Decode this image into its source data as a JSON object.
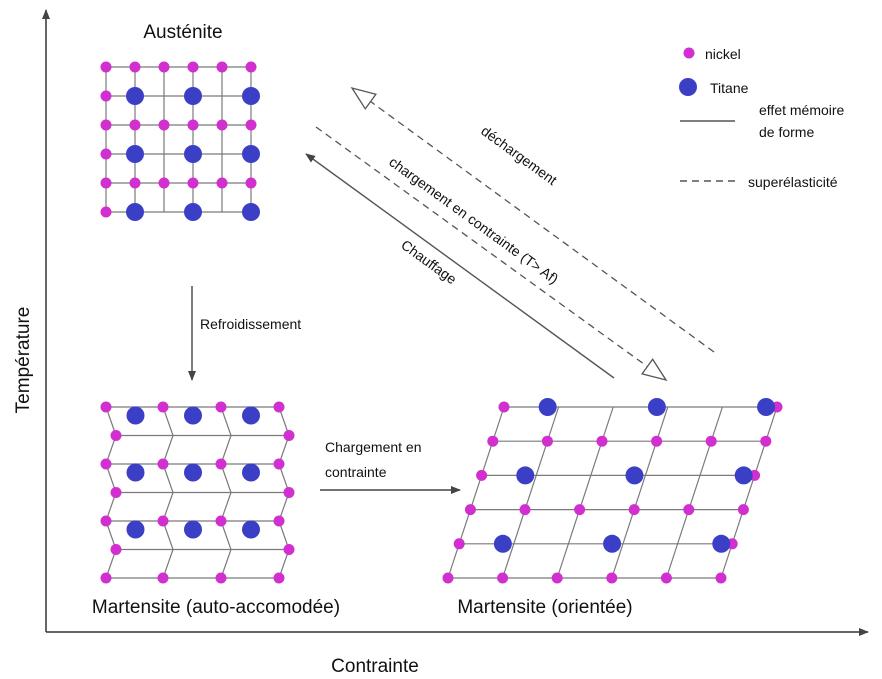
{
  "axes": {
    "x_label": "Contrainte",
    "y_label": "Température"
  },
  "phases": {
    "austenite": "Austénite",
    "martensite_auto": "Martensite (auto-accomodée)",
    "martensite_oriented": "Martensite (orientée)"
  },
  "transitions": {
    "cooling": "Refroidissement",
    "loading_line1": "Chargement en",
    "loading_line2": "contrainte",
    "heating": "Chauffage",
    "stress_loading": "chargement en contrainte (T> Af)",
    "unloading": "déchargement"
  },
  "legend": {
    "nickel": "nickel",
    "titanium": "Titane",
    "shape_memory_line1": "effet mémoire",
    "shape_memory_line2": "de forme",
    "superelasticity": "superélasticité"
  },
  "colors": {
    "nickel": "#d12fcf",
    "titanium": "#3b3fc6",
    "grid": "#7a7a7a",
    "arrow": "#444444"
  }
}
